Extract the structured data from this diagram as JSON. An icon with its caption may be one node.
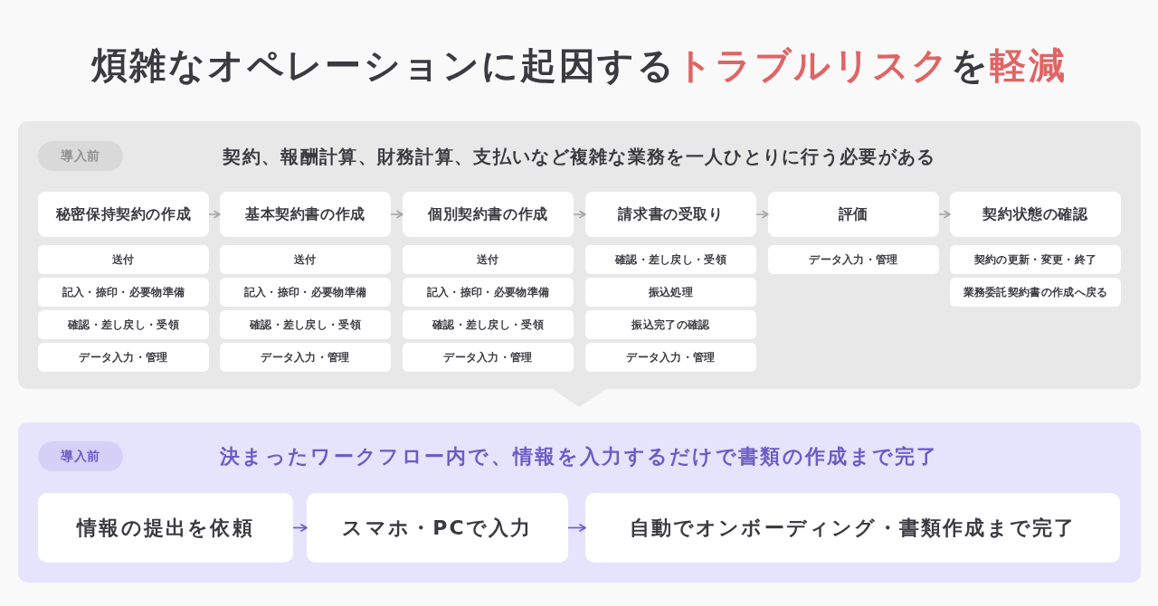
{
  "diagram": {
    "title": "煩雑なオペレーションに起因する**トラブルリスク**を**軽減**",
    "nodes": [
      {
        "text": [
          "契約、報酬計算、財務計算、支払いなど複雑な業務を一人ひとりに行う必要がある"
        ]
      },
      {
        "text": [
          "導入前"
        ],
        "in": 0
      },
      {
        "text": [
          "秘密保持契約の作成"
        ],
        "in": 0
      },
      {
        "text": [
          "送付"
        ],
        "in": 0
      },
      {
        "text": [
          "記入・捺印・必要物準備"
        ],
        "in": 0
      },
      {
        "text": [
          "確認・差し戻し・受領"
        ],
        "in": 0
      },
      {
        "text": [
          "データ入力・管理"
        ],
        "in": 0
      },
      {
        "text": [
          "基本契約書の作成"
        ],
        "in": 0
      },
      {
        "text": [
          "送付"
        ],
        "in": 0
      },
      {
        "text": [
          "記入・捺印・必要物準備"
        ],
        "in": 0
      },
      {
        "text": [
          "確認・差し戻し・受領"
        ],
        "in": 0
      },
      {
        "text": [
          "データ入力・管理"
        ],
        "in": 0
      },
      {
        "text": [
          "個別契約書の作成"
        ],
        "in": 0
      },
      {
        "text": [
          "送付"
        ],
        "in": 0
      },
      {
        "text": [
          "記入・捺印・必要物準備"
        ],
        "in": 0
      },
      {
        "text": [
          "確認・差し戻し・受領"
        ],
        "in": 0
      },
      {
        "text": [
          "データ入力・管理"
        ],
        "in": 0
      },
      {
        "text": [
          "請求書の受取り"
        ],
        "in": 0
      },
      {
        "text": [
          "確認・差し戻し・受領"
        ],
        "in": 0
      },
      {
        "text": [
          "振込処理"
        ],
        "in": 0
      },
      {
        "text": [
          "振込完了の確認"
        ],
        "in": 0
      },
      {
        "text": [
          "データ入力・管理"
        ],
        "in": 0
      },
      {
        "text": [
          "評価"
        ],
        "in": 0
      },
      {
        "text": [
          "データ入力・管理"
        ],
        "in": 0
      },
      {
        "text": [
          "契約状態の確認"
        ],
        "in": 0
      },
      {
        "text": [
          "契約の更新・変更・終了"
        ],
        "in": 0
      },
      {
        "text": [
          "業務委託契約書の作成へ戻る"
        ],
        "in": 0
      },
      {
        "text": [
          "決まったワークフロー内で、情報を入力するだけで書類の作成まで完了"
        ]
      },
      {
        "text": [
          "導入前"
        ],
        "in": 27
      },
      {
        "text": [
          "情報の提出を依頼"
        ],
        "in": 27
      },
      {
        "text": [
          "スマホ・PCで入力"
        ],
        "in": 27
      },
      {
        "text": [
          "自動でオンボーディング・書類作成まで完了"
        ],
        "in": 27
      }
    ],
    "edges": [
      {
        "from": 2,
        "to": 7,
        "arrow": "to"
      },
      {
        "from": 7,
        "to": 12,
        "arrow": "to"
      },
      {
        "from": 12,
        "to": 17,
        "arrow": "to"
      },
      {
        "from": 17,
        "to": 22,
        "arrow": "to"
      },
      {
        "from": 22,
        "to": 24,
        "arrow": "to"
      },
      {
        "from": 0,
        "to": 27,
        "arrow": "to",
        "color": "#e8e8e8"
      },
      {
        "from": 29,
        "to": 30,
        "arrow": "to",
        "color": "#6b5cc4"
      },
      {
        "from": 30,
        "to": 31,
        "arrow": "to",
        "color": "#6b5cc4"
      }
    ]
  }
}
